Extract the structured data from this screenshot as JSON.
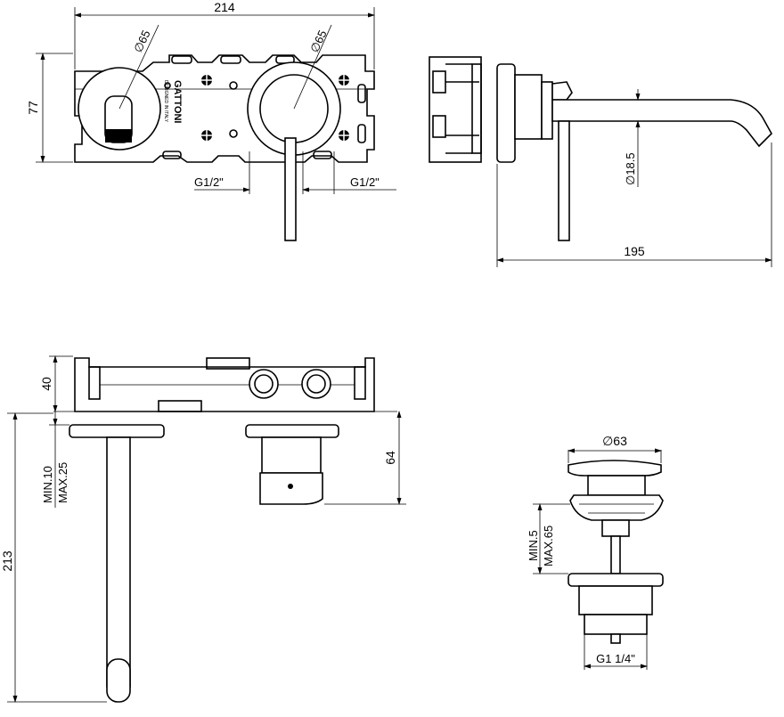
{
  "top_view": {
    "width_label": "214",
    "height_label": "77",
    "left_diameter_label": "∅65",
    "right_diameter_label": "∅65",
    "left_thread_label": "G1/2\"",
    "right_thread_label": "G1/2\"",
    "brand_logo": "GATTONI",
    "brand_sub": "DESIGNED IN ITALY"
  },
  "side_view": {
    "diameter_label": "∅18.5",
    "length_label": "195"
  },
  "front_view": {
    "depth_label": "40",
    "height_label": "64",
    "spout_length_label": "213",
    "adjust_min_label": "MIN.10",
    "adjust_max_label": "MAX.25"
  },
  "drain_view": {
    "diameter_label": "∅63",
    "min_label": "MIN.5",
    "max_label": "MAX.65",
    "thread_label": "G1 1/4\""
  }
}
